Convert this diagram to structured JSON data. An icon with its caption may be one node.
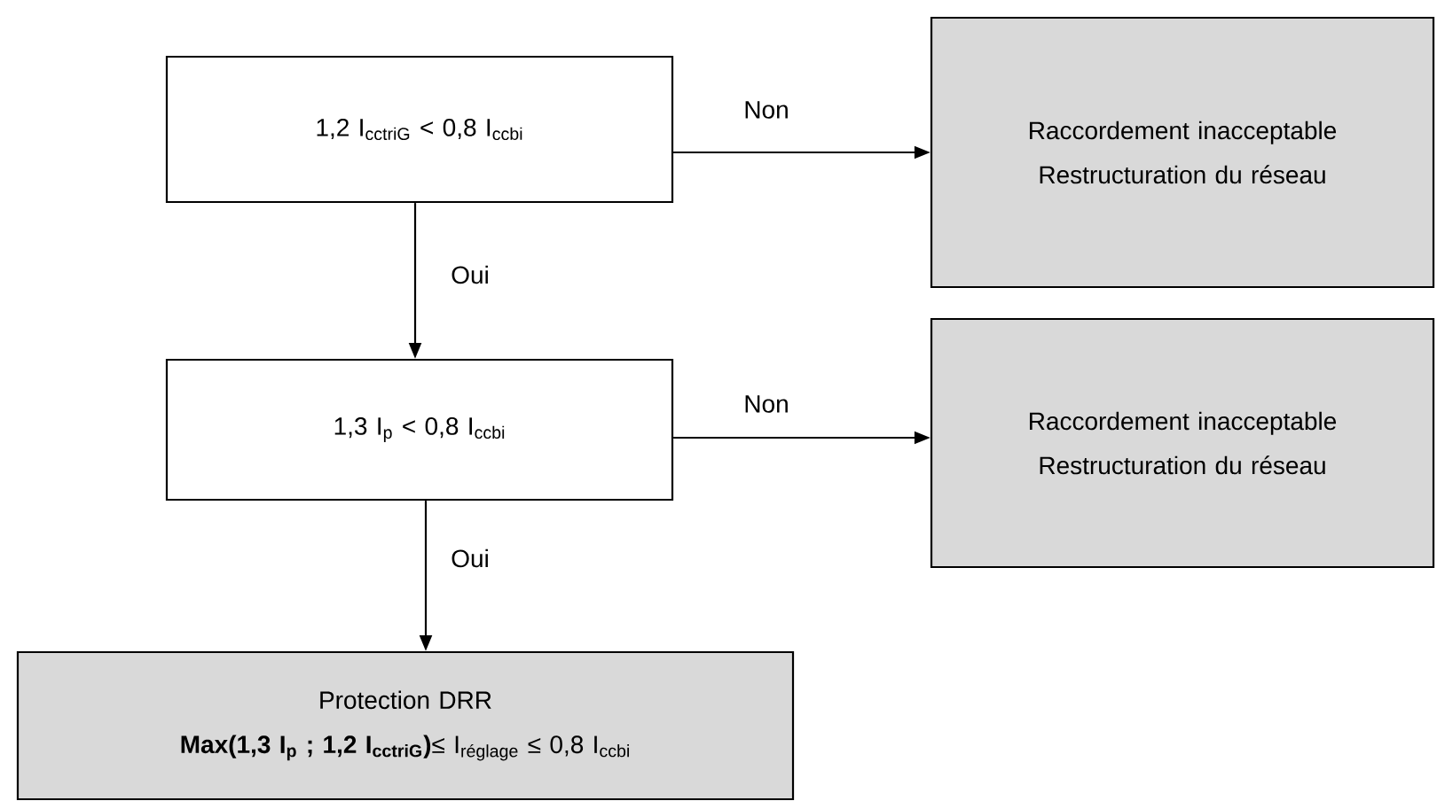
{
  "diagram": {
    "nodes": [
      {
        "text": [
          "1,2 I$_{cctriG}$ < 0,8 I$_{ccbi}$"
        ]
      },
      {
        "text": [
          "Raccordement inacceptable",
          "Restructuration du réseau"
        ]
      },
      {
        "text": [
          "1,3 I$_{p}$ < 0,8 I$_{ccbi}$"
        ]
      },
      {
        "text": [
          "Raccordement inacceptable",
          "Restructuration du réseau"
        ]
      },
      {
        "text": [
          "Protection DRR",
          "**Max(1,3 I$_{p}$ ; 1,2 I$_{cctriG}$)**≤ I$_{réglage}$ ≤ 0,8 I$_{ccbi}$"
        ]
      }
    ],
    "edges": [
      {
        "from": 0,
        "to": 1,
        "arrow": "to",
        "label": "Non"
      },
      {
        "from": 0,
        "to": 2,
        "arrow": "to",
        "label": "Oui"
      },
      {
        "from": 2,
        "to": 3,
        "arrow": "to",
        "label": "Non"
      },
      {
        "from": 2,
        "to": 4,
        "arrow": "to",
        "label": "Oui"
      }
    ]
  }
}
